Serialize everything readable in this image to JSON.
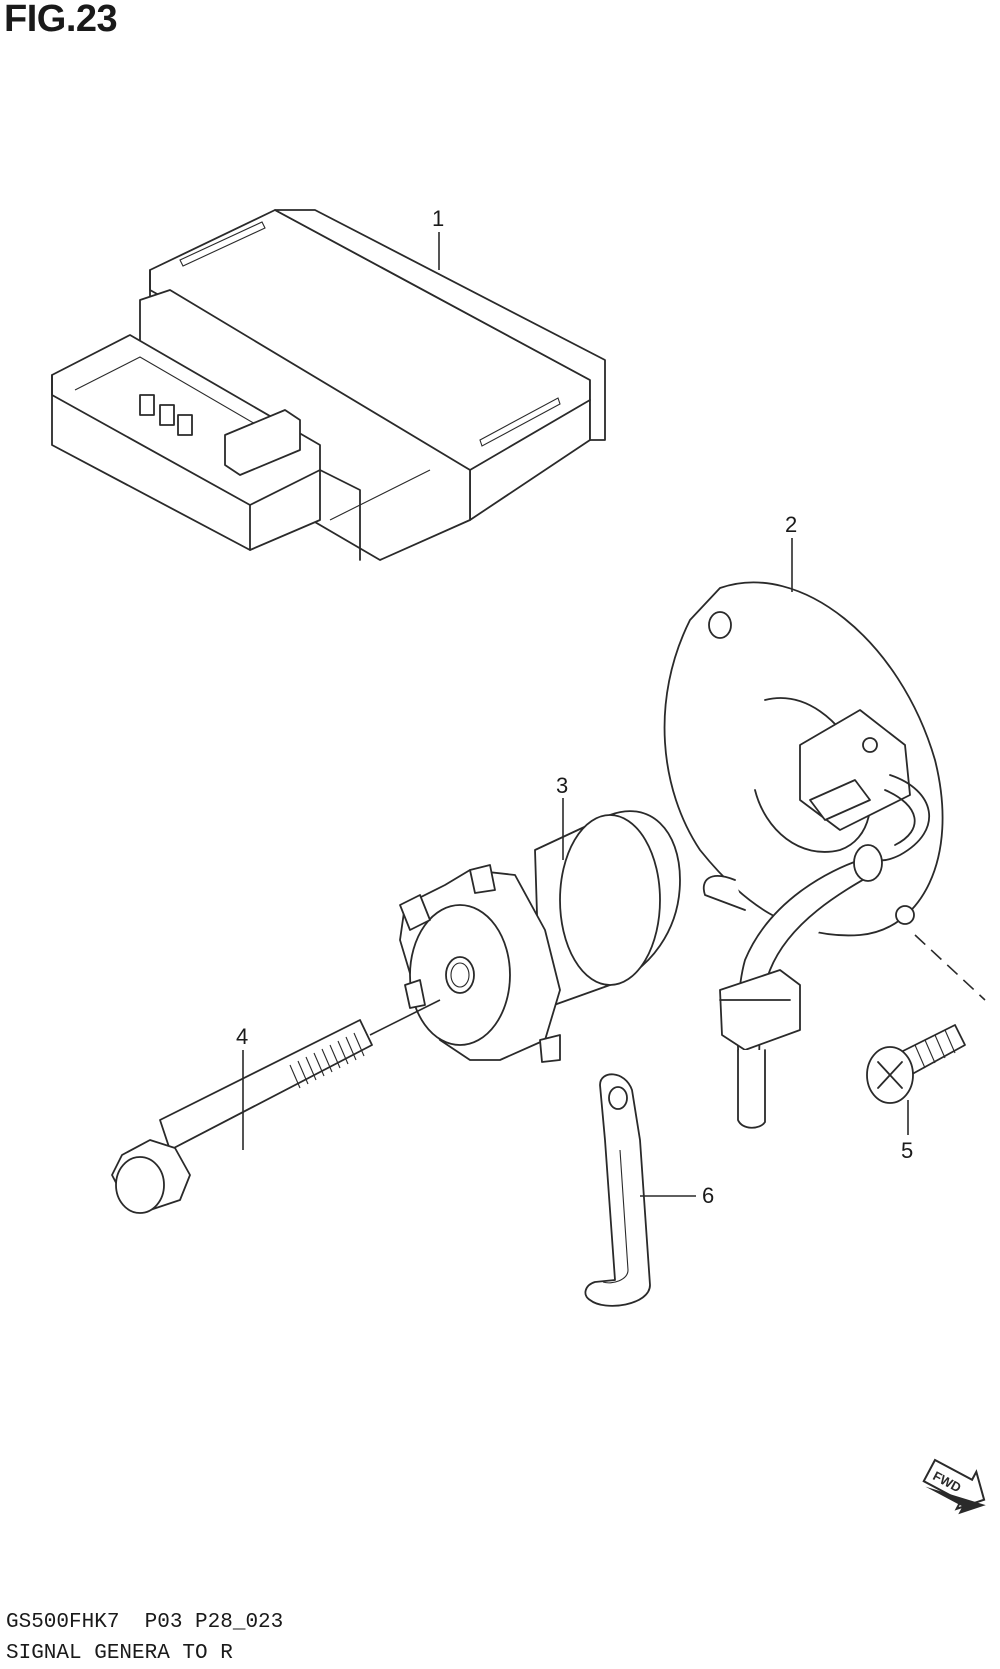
{
  "figure": {
    "title": "FIG.23"
  },
  "parts": [
    {
      "number": "1"
    },
    {
      "number": "2"
    },
    {
      "number": "3"
    },
    {
      "number": "4"
    },
    {
      "number": "5"
    },
    {
      "number": "6"
    }
  ],
  "fwd_label": "FWD",
  "footer": {
    "model_code": "GS500FHK7  P03 P28_023",
    "description": "SIGNAL GENERA TO R"
  }
}
